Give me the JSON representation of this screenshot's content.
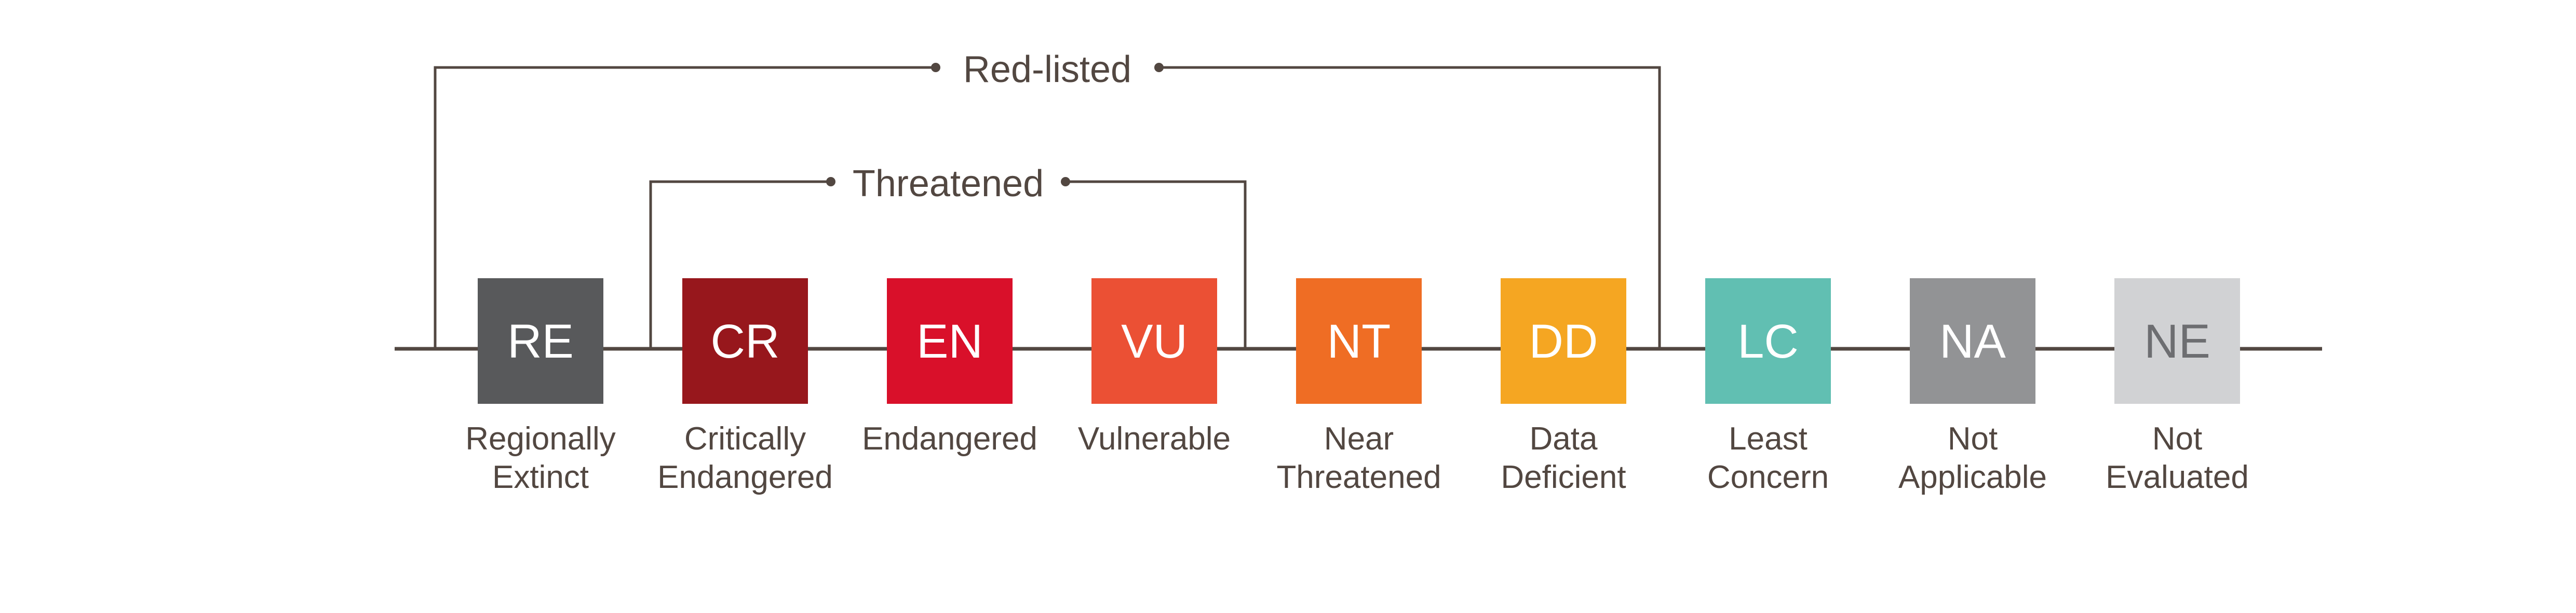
{
  "groups": {
    "red_listed": {
      "label": "Red-listed"
    },
    "threatened": {
      "label": "Threatened"
    }
  },
  "line_color": "#524741",
  "categories": [
    {
      "code": "RE",
      "name_lines": [
        "Regionally",
        "Extinct"
      ],
      "color": "#58595b",
      "text_color": "#ffffff"
    },
    {
      "code": "CR",
      "name_lines": [
        "Critically",
        "Endangered"
      ],
      "color": "#97171c",
      "text_color": "#ffffff"
    },
    {
      "code": "EN",
      "name_lines": [
        "Endangered"
      ],
      "color": "#d9102a",
      "text_color": "#ffffff"
    },
    {
      "code": "VU",
      "name_lines": [
        "Vulnerable"
      ],
      "color": "#eb5034",
      "text_color": "#ffffff"
    },
    {
      "code": "NT",
      "name_lines": [
        "Near",
        "Threatened"
      ],
      "color": "#ef6d24",
      "text_color": "#ffffff"
    },
    {
      "code": "DD",
      "name_lines": [
        "Data",
        "Deficient"
      ],
      "color": "#f5a622",
      "text_color": "#ffffff"
    },
    {
      "code": "LC",
      "name_lines": [
        "Least",
        "Concern"
      ],
      "color": "#61bfb2",
      "text_color": "#ffffff"
    },
    {
      "code": "NA",
      "name_lines": [
        "Not",
        "Applicable"
      ],
      "color": "#929395",
      "text_color": "#ffffff"
    },
    {
      "code": "NE",
      "name_lines": [
        "Not",
        "Evaluated"
      ],
      "color": "#d1d2d4",
      "text_color": "#6d6e71"
    }
  ]
}
